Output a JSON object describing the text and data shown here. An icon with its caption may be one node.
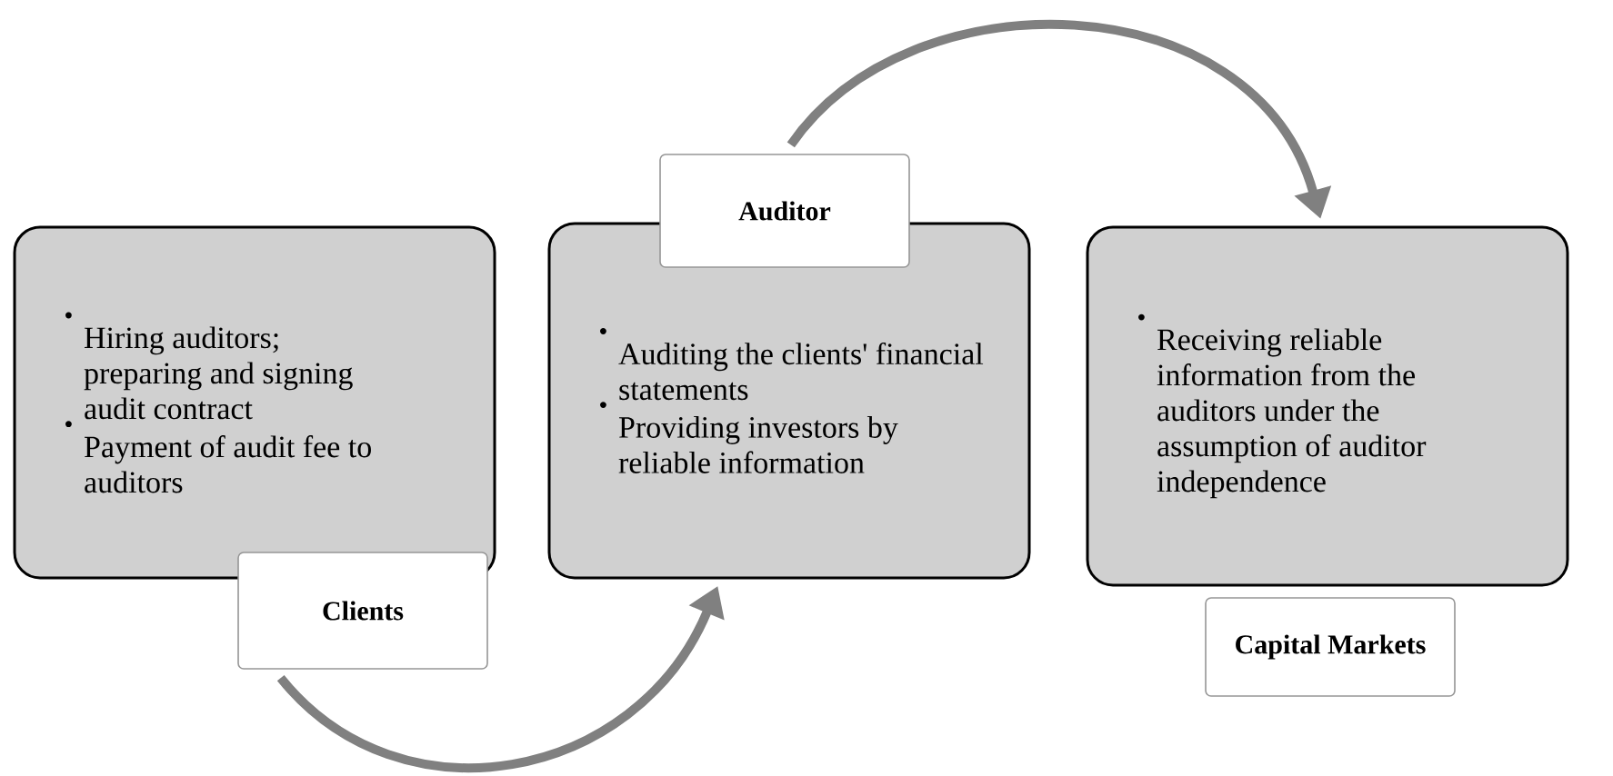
{
  "diagram": {
    "nodes": [
      {
        "text": [
          "Hiring auditors; preparing and signing audit contract",
          "Payment of audit fee to auditors"
        ]
      },
      {
        "text": [
          "Clients"
        ]
      },
      {
        "text": [
          "Auditing the clients' financial statements",
          "Providing investors by reliable information"
        ]
      },
      {
        "text": [
          "Auditor"
        ]
      },
      {
        "text": [
          "Receiving reliable information from the auditors under the assumption of auditor independence"
        ]
      },
      {
        "text": [
          "Capital Markets"
        ]
      }
    ],
    "edges": [
      {
        "from": 1,
        "to": 2,
        "arrow": "to"
      },
      {
        "from": 3,
        "to": 4,
        "arrow": "to"
      }
    ]
  }
}
